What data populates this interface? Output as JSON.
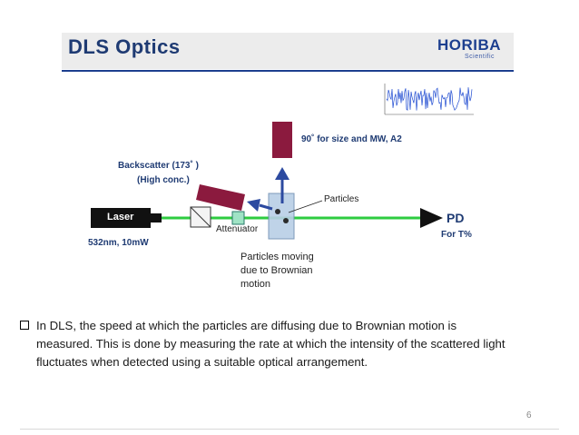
{
  "header": {
    "title": "DLS Optics",
    "logo_main": "HORIBA",
    "logo_sub": "Scientific"
  },
  "diagram": {
    "laser_label": "Laser",
    "laser_spec": "532nm, 10mW",
    "backscatter_label": "Backscatter (173˚ )",
    "backscatter_sub": "(High conc.)",
    "detector_90_label": "90˚   for size and MW, A2",
    "particles_label": "Particles",
    "attenuator_label": "Attenuator",
    "pd_label": "PD",
    "pd_sub": "For T%",
    "brownian_line1": "Particles moving",
    "brownian_line2": "due to Brownian",
    "brownian_line3": "motion",
    "colors": {
      "laser_body": "#111111",
      "beam": "#2ecc40",
      "detector": "#8b1a3e",
      "cell": "#b9cfe6",
      "arrow": "#2c4aa0",
      "signal": "#1f4bd1"
    }
  },
  "note": {
    "line1": "In DLS, the speed at which the particles are diffusing due to Brownian motion is",
    "line2": "measured. This is done by measuring the rate at which the intensity of the scattered light",
    "line3": "fluctuates when detected using a suitable optical arrangement."
  },
  "page_number": "6"
}
